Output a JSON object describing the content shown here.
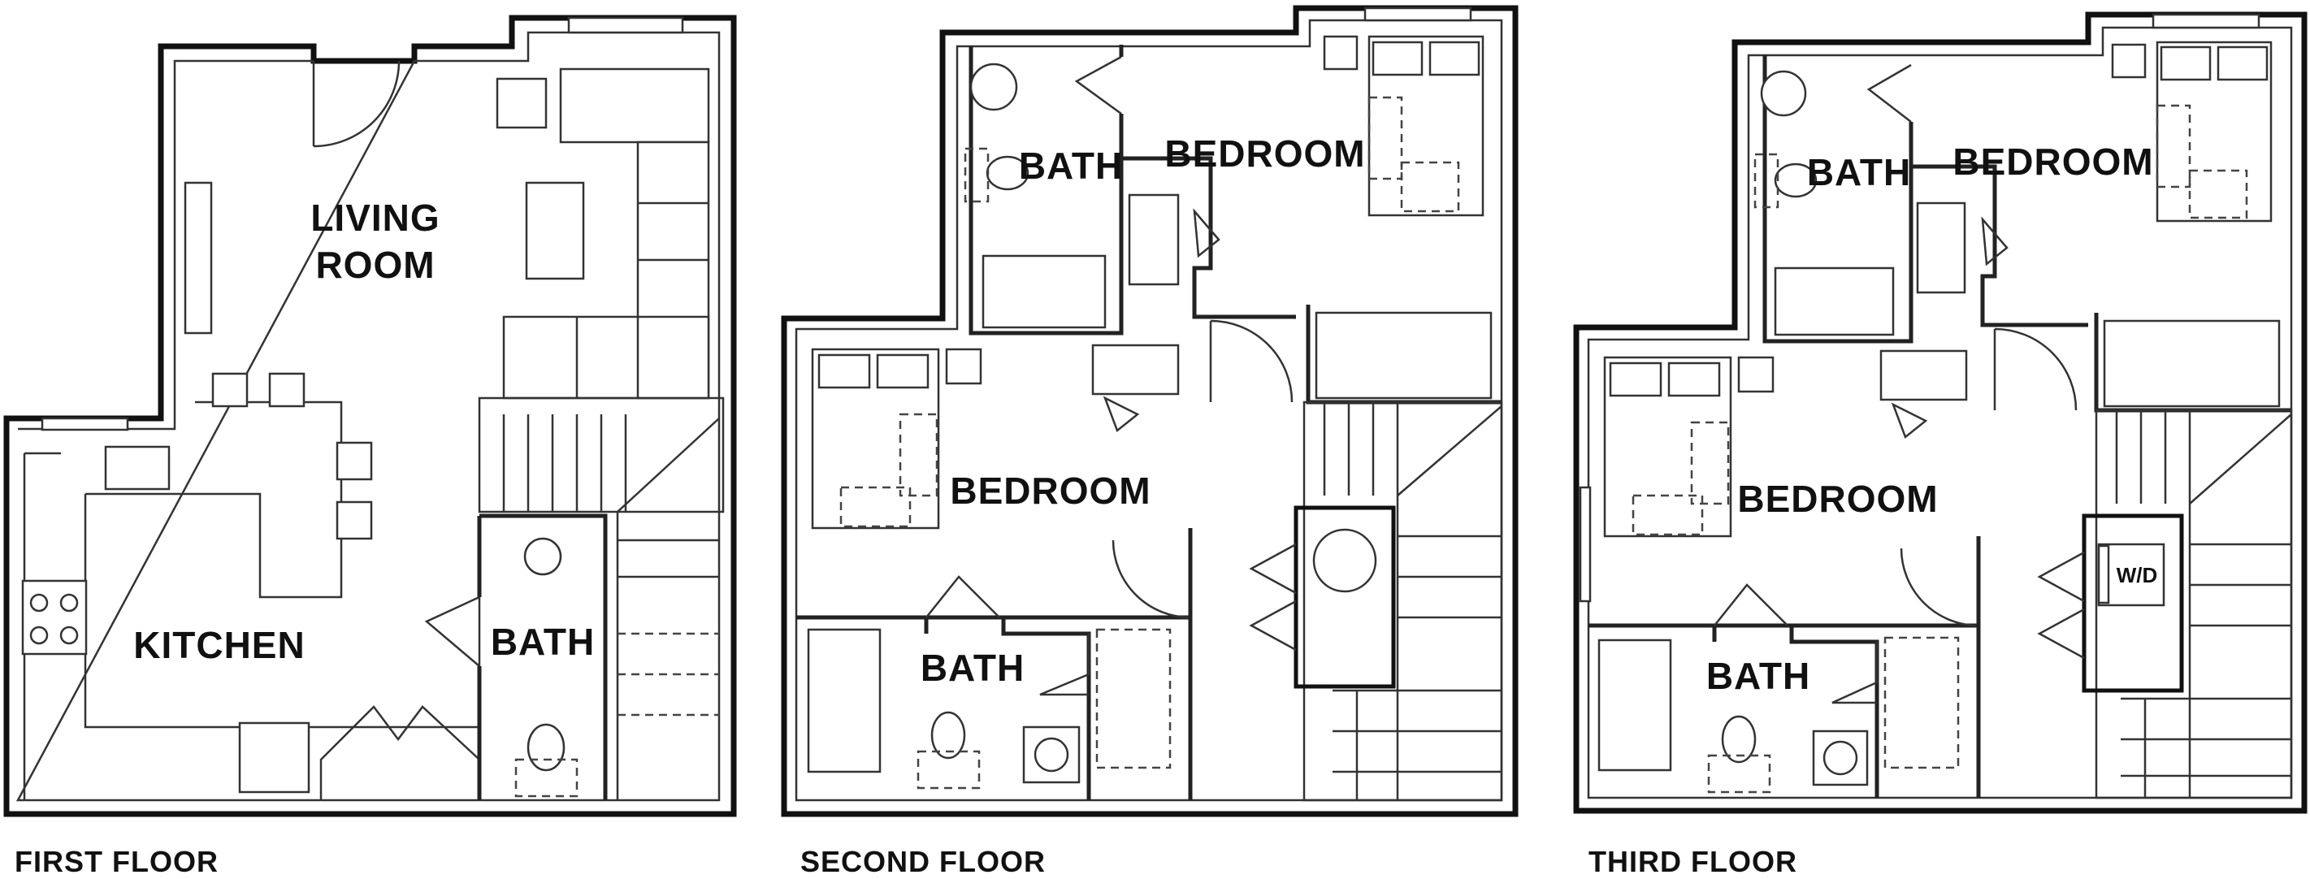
{
  "floors": [
    {
      "caption": "FIRST FLOOR",
      "rooms": {
        "living": "LIVING",
        "living2": "ROOM",
        "kitchen": "KITCHEN",
        "bath": "BATH"
      }
    },
    {
      "caption": "SECOND FLOOR",
      "rooms": {
        "bath_top": "BATH",
        "bedroom_top": "BEDROOM",
        "bedroom_mid": "BEDROOM",
        "bath_bottom": "BATH"
      }
    },
    {
      "caption": "THIRD FLOOR",
      "rooms": {
        "bath_top": "BATH",
        "bedroom_top": "BEDROOM",
        "bedroom_mid": "BEDROOM",
        "bath_bottom": "BATH",
        "wd": "W/D"
      }
    }
  ],
  "icons": [
    "door-swing-icon",
    "toilet-icon",
    "sink-icon",
    "bathtub-icon",
    "bed-icon",
    "stair-icon",
    "chair-icon",
    "stove-icon",
    "washer-dryer-icon"
  ]
}
